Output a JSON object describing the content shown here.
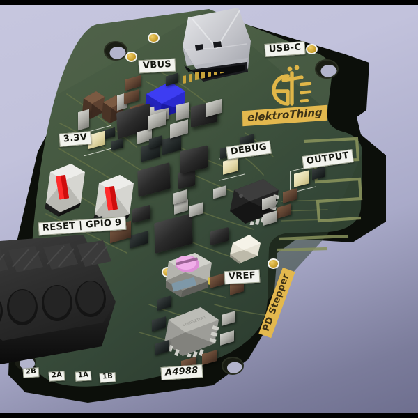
{
  "scene": {
    "type": "pcb-3d-render",
    "description": "3D rendered view of a stepper motor driver PCB",
    "background_top_color": "#c6c6de",
    "background_bottom_color": "#6e6f8f",
    "letterbox_color": "#000000",
    "board_color": "#3c5040",
    "silkscreen_color": "#f2f3ee",
    "accent_color": "#e3b84e"
  },
  "brand": {
    "name": "elektroThing",
    "logo_name": "et-monogram-logo",
    "board_name": "PD Stepper"
  },
  "silkscreen_labels": [
    {
      "id": "vbus",
      "text": "VBUS"
    },
    {
      "id": "usb_c",
      "text": "USB-C"
    },
    {
      "id": "v33",
      "text": "3.3V"
    },
    {
      "id": "debug",
      "text": "DEBUG"
    },
    {
      "id": "output",
      "text": "OUTPUT"
    },
    {
      "id": "reset",
      "text": "RESET | GPIO 9"
    },
    {
      "id": "vref",
      "text": "VREF"
    },
    {
      "id": "a4988",
      "text": "A4988"
    }
  ],
  "terminal_block": {
    "name": "screw-terminal-4pos",
    "pins": [
      "2B",
      "2A",
      "1A",
      "1B"
    ]
  },
  "components": {
    "usb_connector": "usb-c-receptacle",
    "driver_ic": "A4988",
    "mcu": "qfn-microcontroller",
    "trimpot": "vref-trimmer-potentiometer",
    "crystal": "crystal-oscillator",
    "buttons": [
      "reset-button",
      "gpio9-boot-button"
    ],
    "inductor": "blue-power-inductor",
    "antenna": "meander-pcb-antenna"
  }
}
